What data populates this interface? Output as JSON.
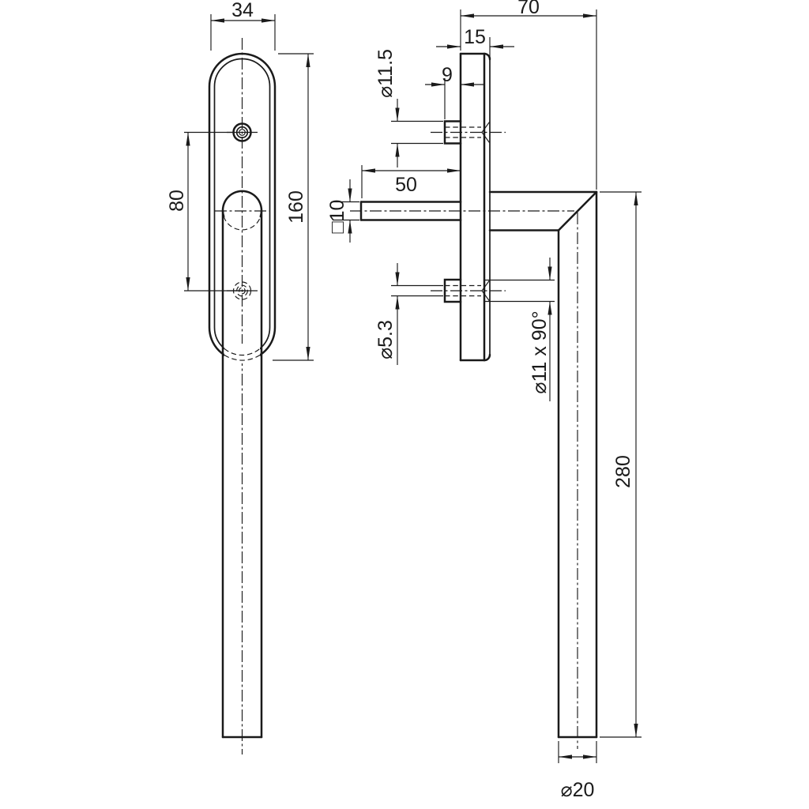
{
  "style": {
    "background": "#ffffff",
    "line": "#1a1a1a"
  },
  "front_view": {
    "dims": {
      "plate_width": "34",
      "hole_spacing": "80",
      "plate_height": "160"
    }
  },
  "side_view": {
    "dims": {
      "overall_depth": "70",
      "plate_thickness": "15",
      "boss_depth": "9",
      "insert_dia": "⌀11.5",
      "spindle_length": "50",
      "spindle_square": "□10",
      "screw_hole_dia": "⌀5.3",
      "countersink": "⌀11 x 90°",
      "handle_length": "280",
      "grip_dia": "⌀20"
    }
  }
}
